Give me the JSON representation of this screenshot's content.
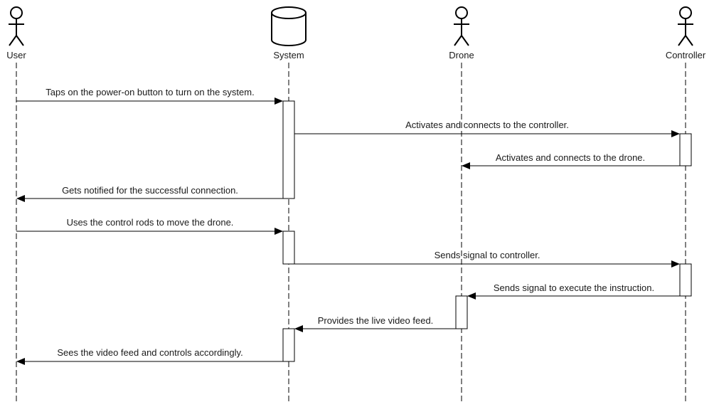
{
  "participants": [
    {
      "id": "user",
      "label": "User",
      "kind": "actor"
    },
    {
      "id": "system",
      "label": "System",
      "kind": "database"
    },
    {
      "id": "drone",
      "label": "Drone",
      "kind": "actor"
    },
    {
      "id": "controller",
      "label": "Controller",
      "kind": "actor"
    }
  ],
  "messages": [
    {
      "from": "user",
      "to": "system",
      "text": "Taps on the power-on button to turn on the system."
    },
    {
      "from": "system",
      "to": "controller",
      "text": "Activates and connects to the controller."
    },
    {
      "from": "controller",
      "to": "drone",
      "text": "Activates and connects to the drone."
    },
    {
      "from": "system",
      "to": "user",
      "text": "Gets notified for the successful connection."
    },
    {
      "from": "user",
      "to": "system",
      "text": "Uses the control rods to move the drone."
    },
    {
      "from": "system",
      "to": "controller",
      "text": "Sends signal to controller."
    },
    {
      "from": "controller",
      "to": "drone",
      "text": "Sends signal to execute the instruction."
    },
    {
      "from": "drone",
      "to": "system",
      "text": "Provides the live video feed."
    },
    {
      "from": "system",
      "to": "user",
      "text": "Sees the video feed and controls accordingly."
    }
  ]
}
